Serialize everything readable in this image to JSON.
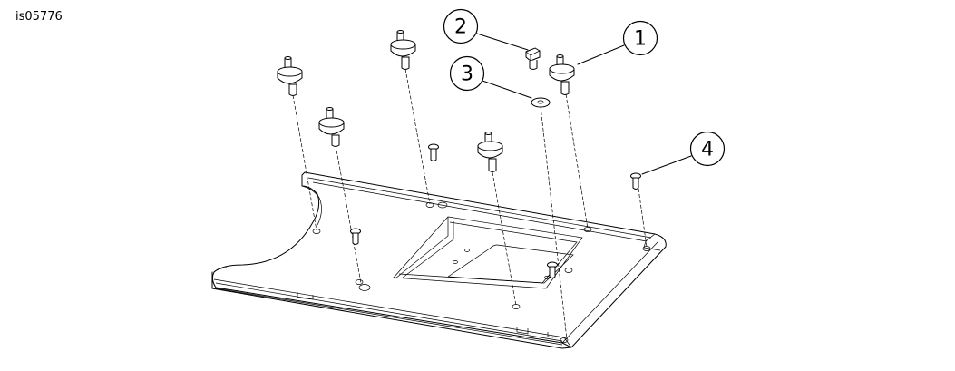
{
  "figure_id": "is05776",
  "callouts": [
    {
      "label": "1"
    },
    {
      "label": "2"
    },
    {
      "label": "3"
    },
    {
      "label": "4"
    }
  ]
}
